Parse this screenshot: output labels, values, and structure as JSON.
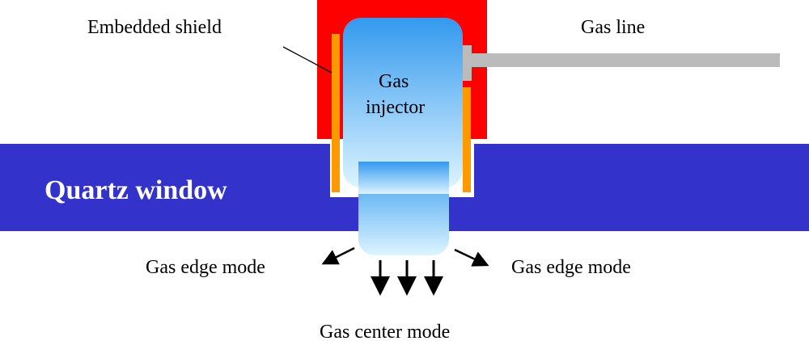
{
  "labels": {
    "embedded_shield": "Embedded shield",
    "gas_line": "Gas line",
    "gas_injector_line1": "Gas",
    "gas_injector_line2": "injector",
    "quartz_window": "Quartz window",
    "gas_edge_mode_left": "Gas edge mode",
    "gas_edge_mode_right": "Gas edge mode",
    "gas_center_mode": "Gas center mode"
  },
  "colors": {
    "quartz_window": "#3333cc",
    "housing": "#ff0000",
    "shield": "#ff9900",
    "gas_line": "#bbbbbb",
    "injector_top": "#3399ee",
    "injector_bottom": "#ddf4ff",
    "arrows": "#000000"
  }
}
